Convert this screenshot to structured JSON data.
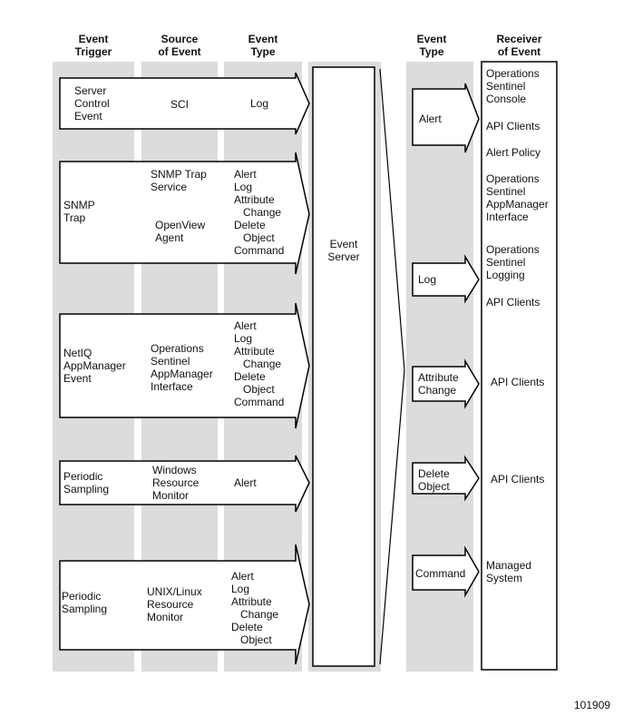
{
  "headers": {
    "event_trigger": "Event\nTrigger",
    "source_of_event": "Source\nof Event",
    "event_type_left": "Event\nType",
    "event_type_right": "Event\nType",
    "receiver_of_event": "Receiver\nof Event"
  },
  "event_server": "Event\nServer",
  "rows": [
    {
      "trigger": "Server\nControl\nEvent",
      "source": "SCI",
      "types": "Log"
    },
    {
      "trigger": "SNMP\nTrap",
      "source": "SNMP Trap\nService",
      "source2": "OpenView\nAgent",
      "types": "Alert\nLog\nAttribute\n   Change\nDelete\n   Object\nCommand"
    },
    {
      "trigger": "NetIQ\nAppManager\nEvent",
      "source": "Operations\nSentinel\nAppManager\nInterface",
      "types": "Alert\nLog\nAttribute\n   Change\nDelete\n   Object\nCommand"
    },
    {
      "trigger": "Periodic\nSampling",
      "source": "Windows\nResource\nMonitor",
      "types": "Alert"
    },
    {
      "trigger": "Periodic\nSampling",
      "source": "UNIX/Linux\nResource\nMonitor",
      "types": "Alert\nLog\nAttribute\n   Change\nDelete\n   Object"
    }
  ],
  "out_types": [
    "Alert",
    "Log",
    "Attribute\nChange",
    "Delete\nObject",
    "Command"
  ],
  "receivers": [
    "Operations\nSentinel\nConsole",
    "API Clients",
    "Alert Policy",
    "Operations\nSentinel\nAppManager\nInterface",
    "Operations\nSentinel\nLogging",
    "API Clients",
    "API Clients",
    "API Clients",
    "Managed\nSystem"
  ],
  "figure_number": "101909"
}
